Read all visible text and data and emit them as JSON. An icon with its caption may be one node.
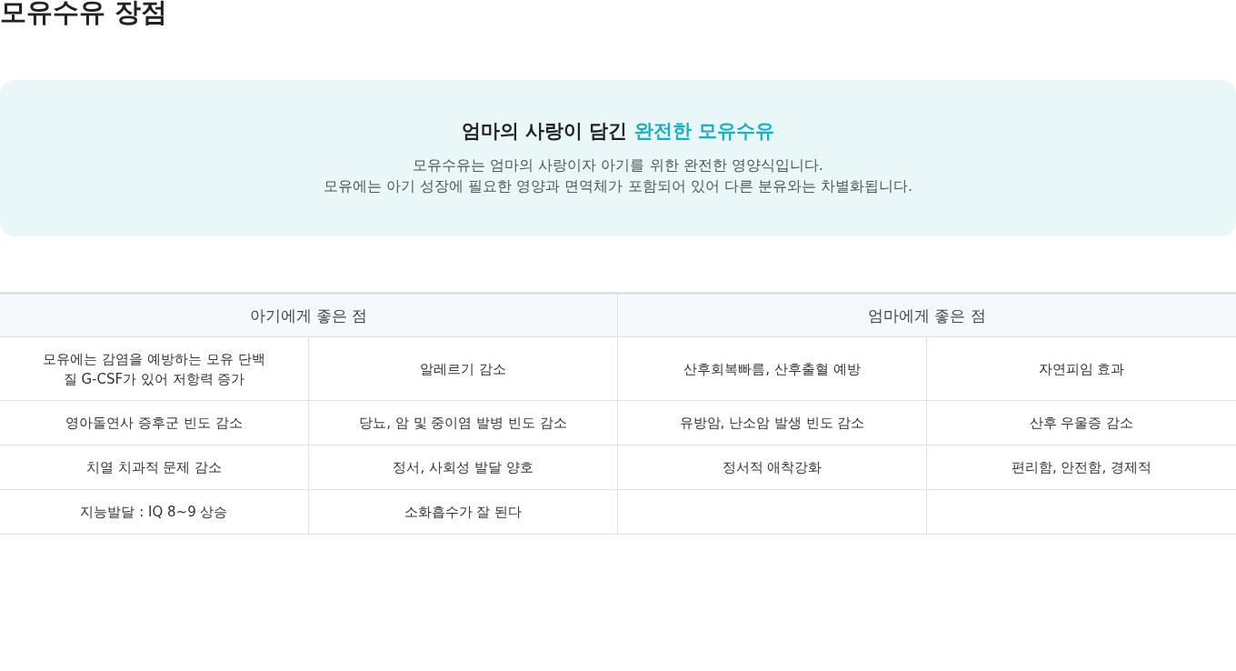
{
  "diagram": {
    "title": "모유수유 장점",
    "nodes": [
      {
        "text": [
          "엄마의 사랑이 담긴",
          "완전한 모유수유",
          "모유수유는 엄마의 사랑이자 아기를 위한 완전한 영양식입니다.",
          "모유에는 아기 성장에 필요한 영양과 면역체가 포함되어 있어 다른 분유와는 차별화됩니다."
        ]
      }
    ],
    "labels": [
      "아기에게 좋은 점",
      "엄마에게 좋은 점",
      "모유에는 감염을 예방하는 모유 단백질 G-CSF가 있어 저항력 증가",
      "알레르기 감소",
      "산후회복빠름, 산후출혈 예방",
      "자연피임 효과",
      "영아돌연사 증후군 빈도 감소",
      "당뇨, 암 및 중이염 발병 빈도 감소",
      "유방암, 난소암 발생 빈도 감소",
      "산후 우울증 감소",
      "치열 치과적 문제 감소",
      "정서, 사회성 발달 양호",
      "정서적 애착강화",
      "편리함, 안전함, 경제적",
      "지능발달 : IQ 8~9 상승",
      "소화흡수가 잘 된다"
    ]
  }
}
